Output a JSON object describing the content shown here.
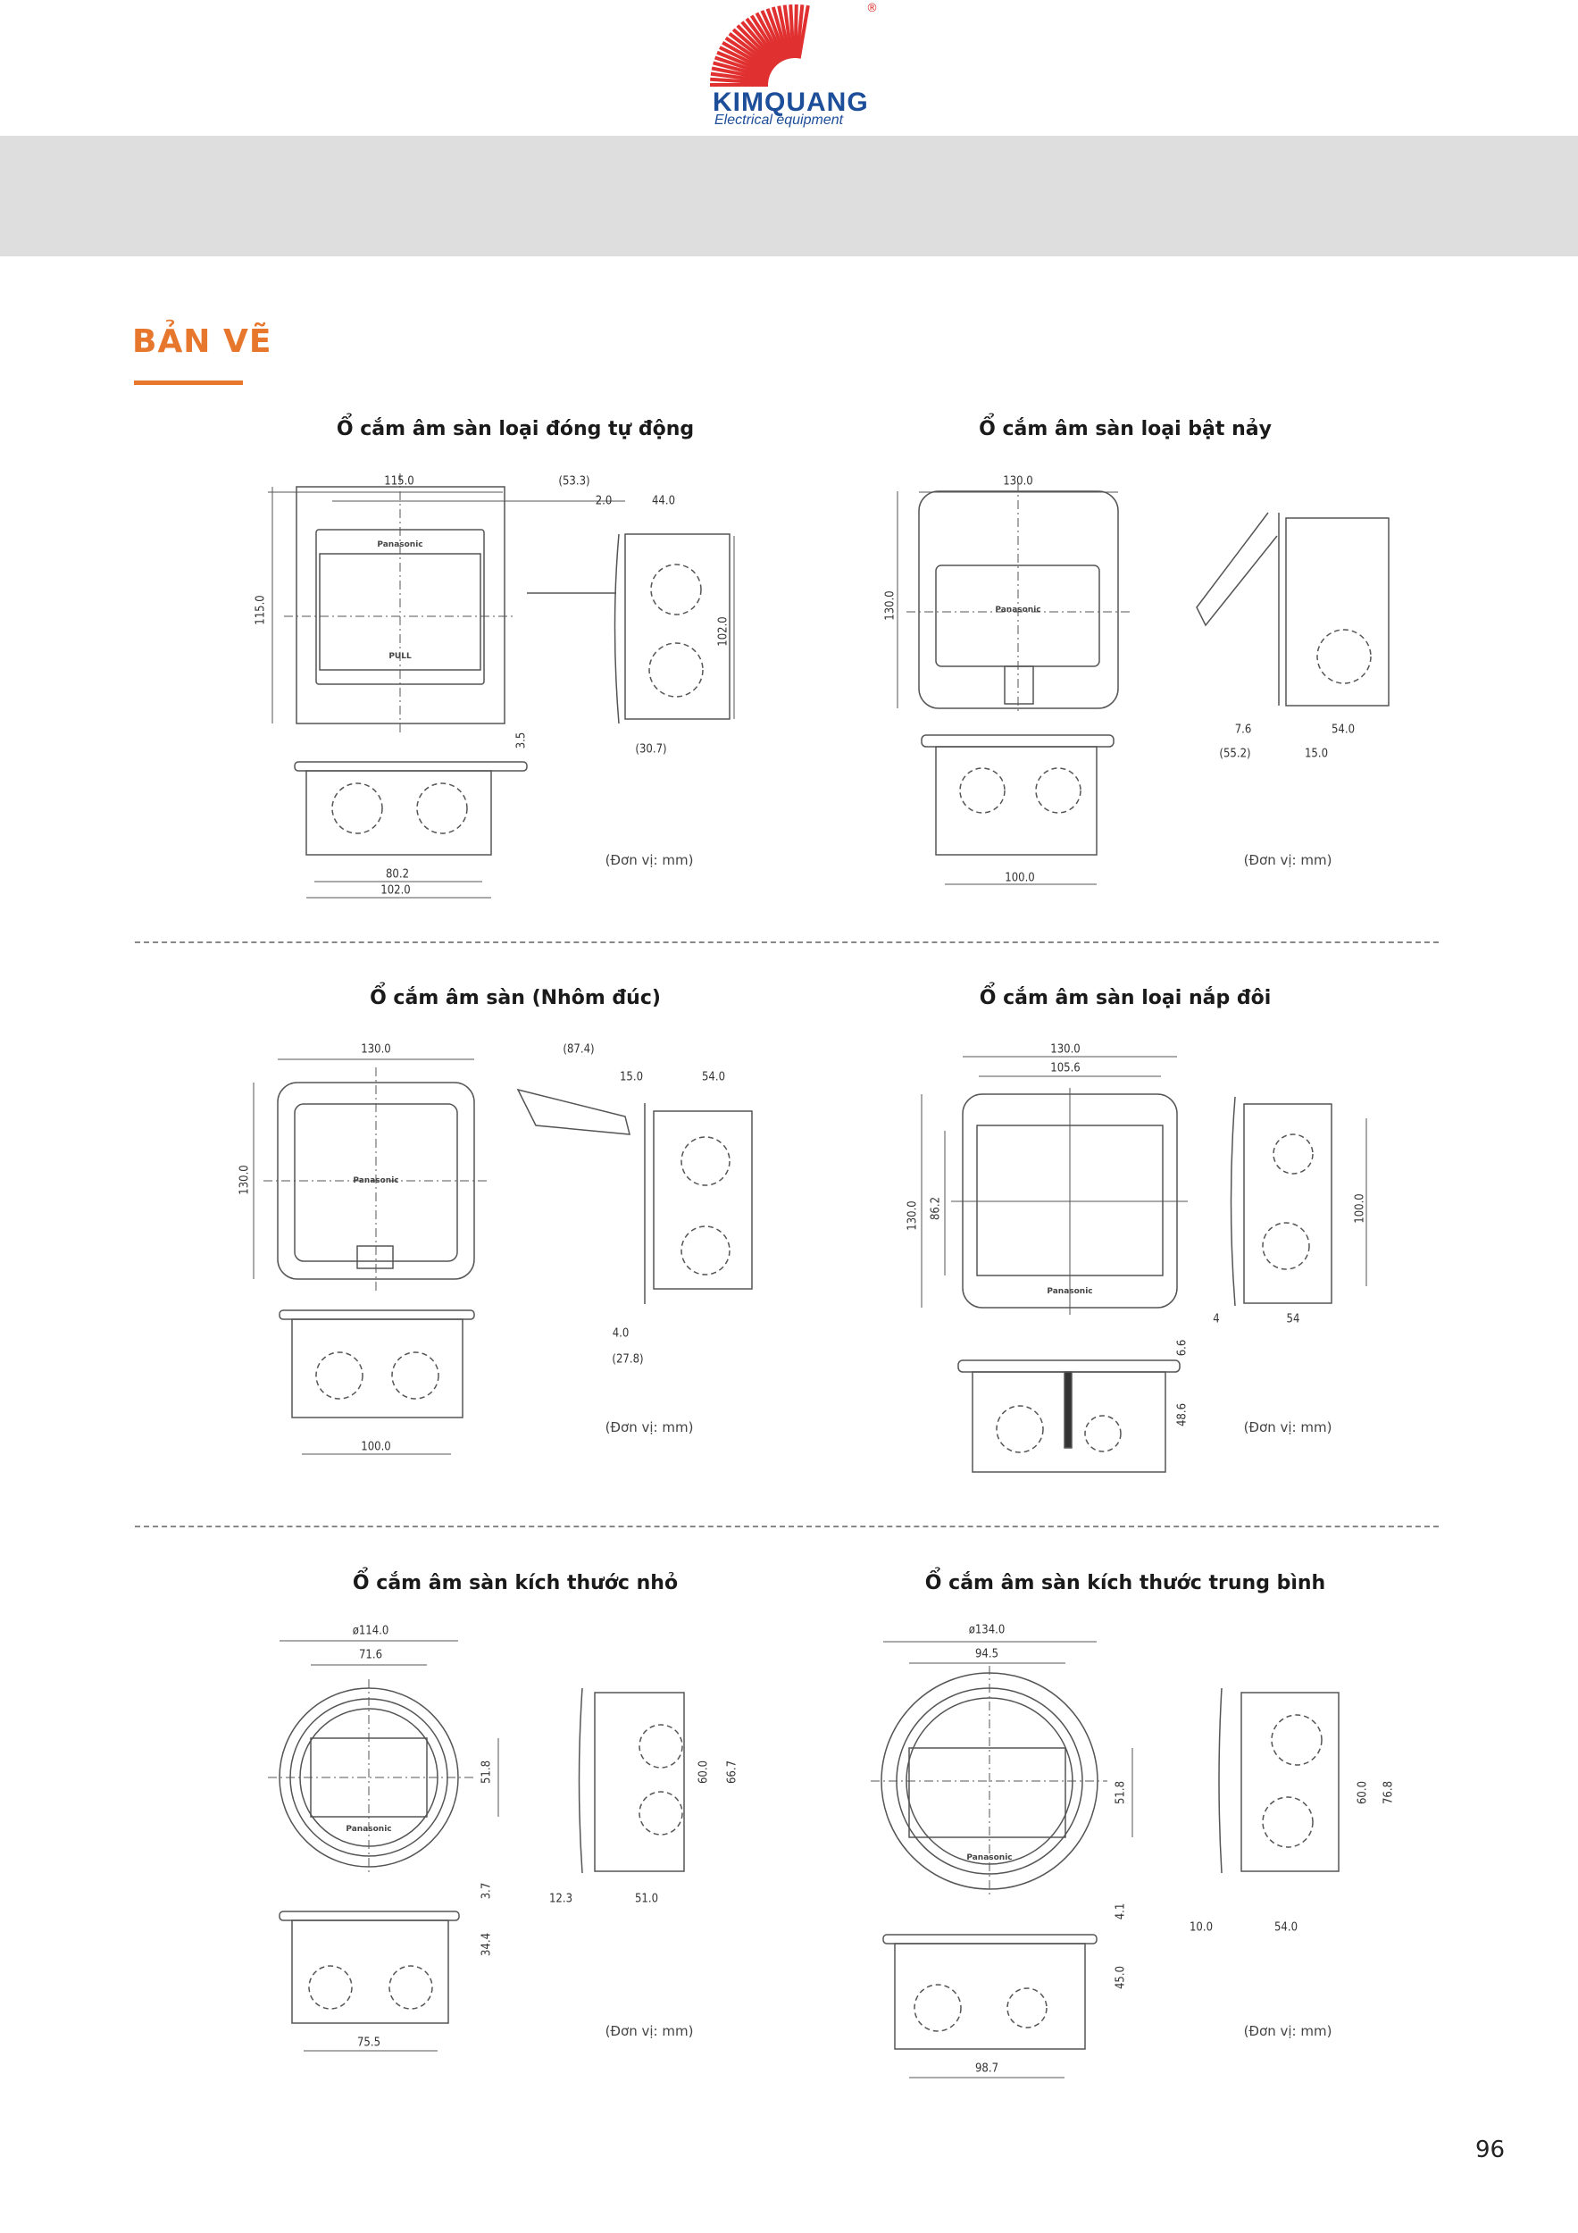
{
  "header": {
    "logo_word": "KIMQUANG",
    "logo_sub": "Electrical equipment",
    "logo_reg": "®",
    "colors": {
      "logo_red": "#e03030",
      "logo_blue": "#1d4e9a",
      "accent": "#e8772e",
      "band": "#dedede"
    }
  },
  "section_title": "BẢN VẼ",
  "panels": [
    {
      "title": "Ổ cắm âm sàn loại đóng tự động",
      "dims": [
        "115.0",
        "115.0",
        "(53.3)",
        "2.0",
        "44.0",
        "102.0",
        "3.5",
        "(30.7)",
        "80.2",
        "102.0"
      ],
      "unit": "(Đơn vị: mm)",
      "brand": "Panasonic",
      "pull": "PULL"
    },
    {
      "title": "Ổ cắm âm sàn loại bật nảy",
      "dims": [
        "130.0",
        "130.0",
        "7.6",
        "54.0",
        "(55.2)",
        "15.0",
        "100.0"
      ],
      "unit": "(Đơn vị: mm)",
      "brand": "Panasonic"
    },
    {
      "title": "Ổ cắm âm sàn (Nhôm đúc)",
      "dims": [
        "130.0",
        "130.0",
        "(87.4)",
        "15.0",
        "54.0",
        "4.0",
        "(27.8)",
        "100.0"
      ],
      "unit": "(Đơn vị: mm)",
      "brand": "Panasonic"
    },
    {
      "title": "Ổ cắm âm sàn loại nắp đôi",
      "dims": [
        "130.0",
        "105.6",
        "130.0",
        "86.2",
        "100.0",
        "4",
        "54",
        "6.6",
        "48.6"
      ],
      "unit": "(Đơn vị: mm)",
      "brand": "Panasonic"
    },
    {
      "title": "Ổ cắm âm sàn kích thước nhỏ",
      "dims": [
        "ø114.0",
        "71.6",
        "51.8",
        "60.0",
        "66.7",
        "12.3",
        "51.0",
        "3.7",
        "34.4",
        "75.5"
      ],
      "unit": "(Đơn vị: mm)",
      "brand": "Panasonic"
    },
    {
      "title": "Ổ cắm âm sàn kích thước trung bình",
      "dims": [
        "ø134.0",
        "94.5",
        "51.8",
        "60.0",
        "76.8",
        "10.0",
        "54.0",
        "4.1",
        "45.0",
        "98.7"
      ],
      "unit": "(Đơn vị: mm)",
      "brand": "Panasonic"
    }
  ],
  "page_number": "96"
}
